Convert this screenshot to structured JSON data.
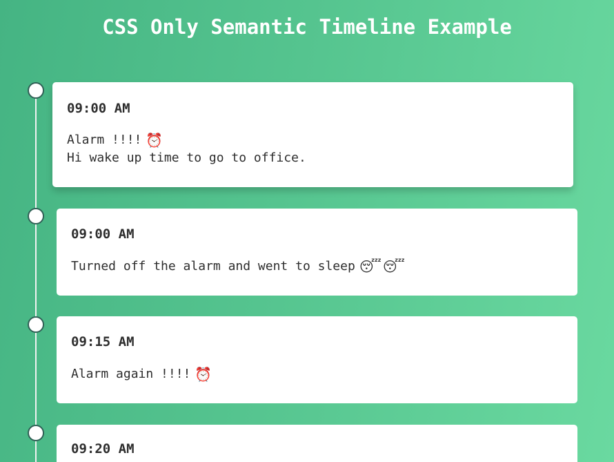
{
  "title": "CSS Only Semantic Timeline Example",
  "timeline": [
    {
      "time": "09:00 AM",
      "lines": [
        "Alarm !!!!",
        "Hi wake up time to go to office."
      ],
      "emojis": [
        "⏰"
      ]
    },
    {
      "time": "09:00 AM",
      "lines": [
        "Turned off the alarm and went to sleep"
      ],
      "emojis": [
        "😴",
        "😴"
      ]
    },
    {
      "time": "09:15 AM",
      "lines": [
        "Alarm again !!!!"
      ],
      "emojis": [
        "⏰"
      ]
    },
    {
      "time": "09:20 AM",
      "lines": [],
      "emojis": []
    }
  ],
  "colors": {
    "background_start": "#45b483",
    "background_end": "#6ad9a0",
    "card": "#ffffff",
    "dot_border": "#2f5f55",
    "text": "#2d2d2d"
  }
}
